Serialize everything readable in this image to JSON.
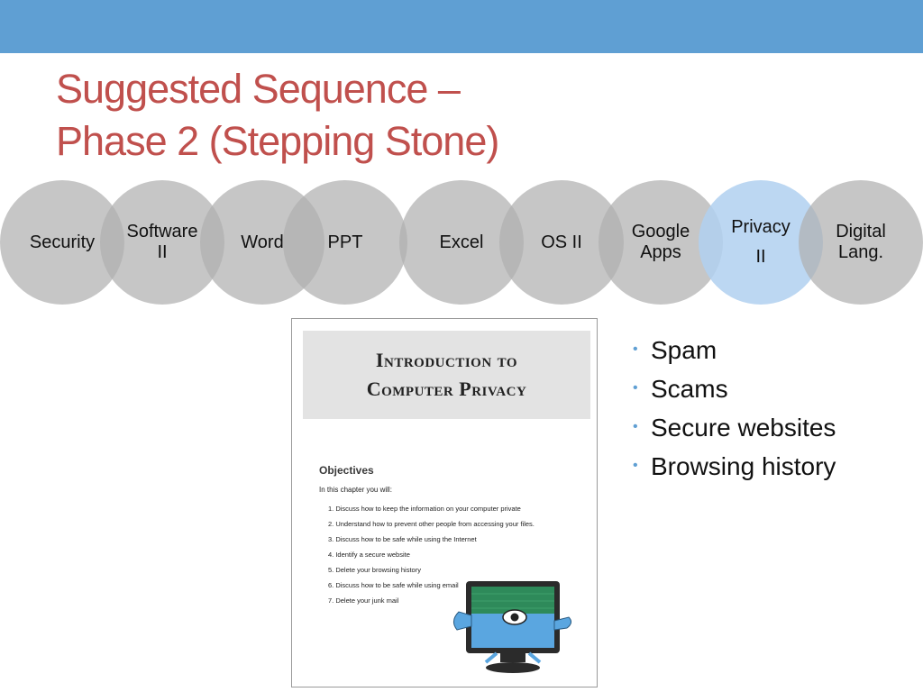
{
  "slide": {
    "title_lines": [
      "Suggested Sequence –",
      "Phase 2 (Stepping Stone)"
    ]
  },
  "sequence": [
    {
      "lines": [
        "Security"
      ],
      "active": false
    },
    {
      "lines": [
        "Software",
        "II"
      ],
      "active": false
    },
    {
      "lines": [
        "Word"
      ],
      "active": false
    },
    {
      "lines": [
        "PPT"
      ],
      "active": false
    },
    {
      "lines": [
        "Excel"
      ],
      "active": false
    },
    {
      "lines": [
        "OS II"
      ],
      "active": false
    },
    {
      "lines": [
        "Google",
        "Apps"
      ],
      "active": false
    },
    {
      "lines": [
        "Privacy",
        "II"
      ],
      "active": true
    },
    {
      "lines": [
        "Digital",
        "Lang."
      ],
      "active": false
    }
  ],
  "document": {
    "banner_lines": [
      "Introduction to",
      "Computer Privacy"
    ],
    "objectives_heading": "Objectives",
    "intro": "In this chapter you will:",
    "items": [
      "1.  Discuss how to keep the information on your computer private",
      "2.  Understand how to prevent other people from accessing your files.",
      "3.  Discuss how to be safe while using the Internet",
      "4.  Identify a secure website",
      "5.  Delete your browsing history",
      "6.  Discuss how to be safe while using email",
      "7.  Delete your junk mail"
    ]
  },
  "bullets": [
    "Spam",
    "Scams",
    "Secure websites",
    "Browsing history"
  ],
  "colors": {
    "header_bar": "#5f9fd3",
    "title": "#c0504d",
    "circle": "#b0b0b0",
    "circle_active": "#b0d0f0"
  },
  "icons": {
    "monitor": "computer-monitor-eye-icon"
  }
}
